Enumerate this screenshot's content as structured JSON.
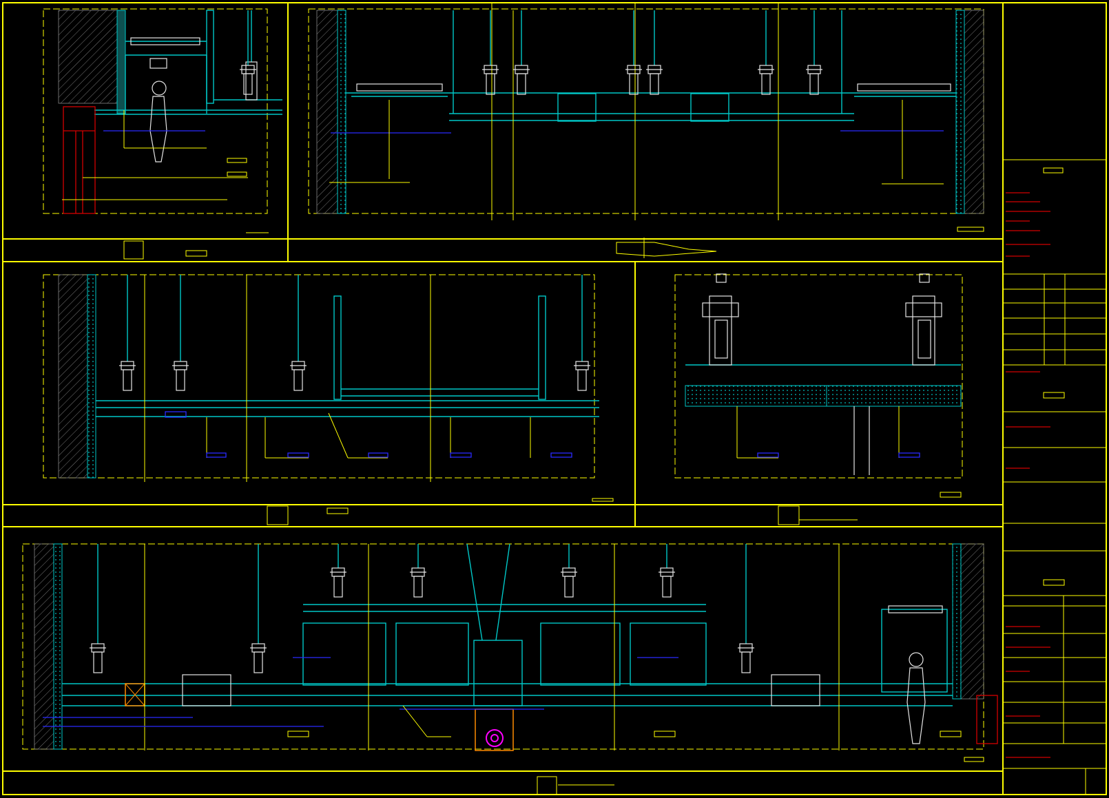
{
  "drawing": {
    "type": "ceiling-section-details",
    "background": "#000000",
    "colors": {
      "frame": "#ffff00",
      "structure": "#00c8c8",
      "dimension": "#2a2aff",
      "annotation_red": "#d40000",
      "equipment": "#ff00ff",
      "linework": "#e6e6e6"
    }
  },
  "panels": [
    {
      "id": "detail-top-left",
      "label": ""
    },
    {
      "id": "detail-top-right",
      "label": ""
    },
    {
      "id": "detail-middle-left",
      "label": ""
    },
    {
      "id": "detail-middle-right",
      "label": ""
    },
    {
      "id": "detail-bottom",
      "label": ""
    }
  ],
  "title_block": {
    "project": "",
    "sheet": ""
  }
}
